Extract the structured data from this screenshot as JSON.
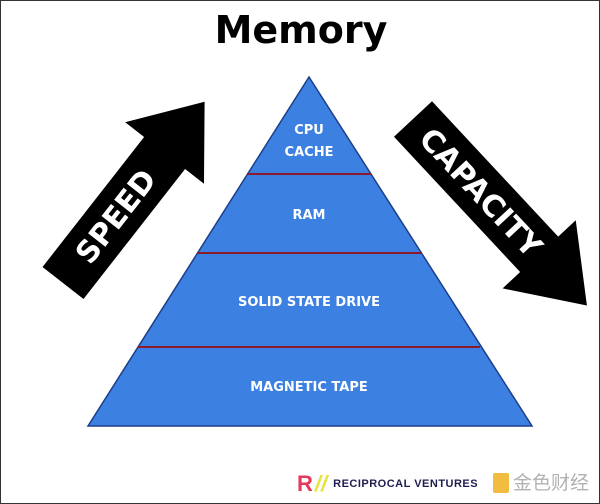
{
  "title": "Memory",
  "levels": [
    "CPU",
    "CACHE",
    "RAM",
    "SOLID STATE DRIVE",
    "MAGNETIC TAPE"
  ],
  "arrows": {
    "left": "SPEED",
    "right": "CAPACITY"
  },
  "colors": {
    "pyramid": "#3c80e2",
    "divider": "#8b1a2a",
    "arrow": "#000000"
  },
  "logo": {
    "mark_r": "R",
    "mark_slash": "//",
    "text": "RECIPROCAL VENTURES"
  },
  "watermark": "金色财经"
}
